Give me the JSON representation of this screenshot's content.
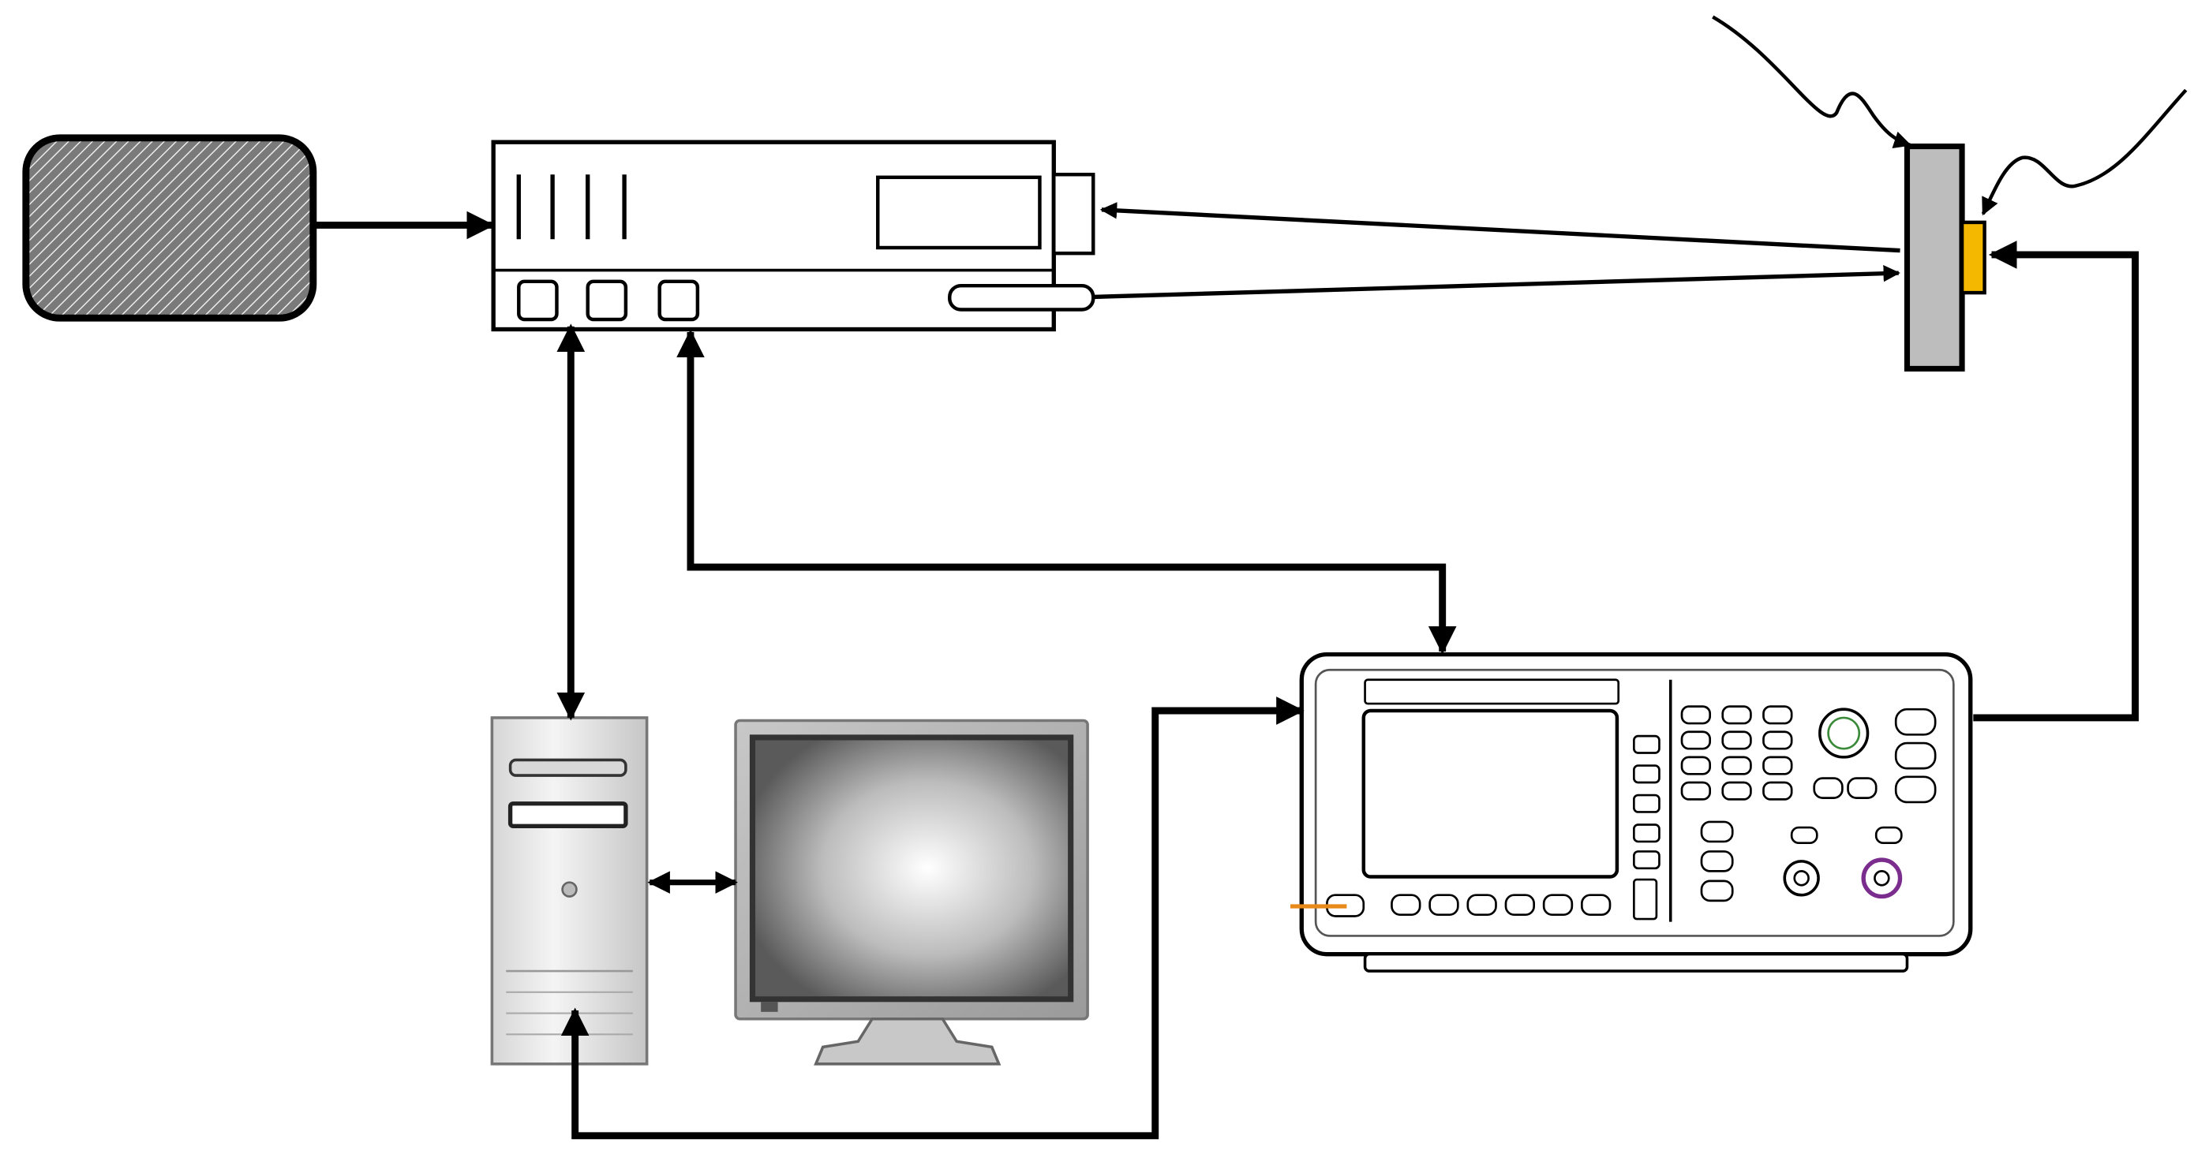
{
  "diagram": {
    "components": [
      {
        "id": "source",
        "icon": "hatched-box-icon"
      },
      {
        "id": "laser-head",
        "icon": "measurement-unit-icon"
      },
      {
        "id": "target-mount",
        "icon": "sample-plate-icon",
        "accent": "#f5b800"
      },
      {
        "id": "pc-tower",
        "icon": "computer-tower-icon"
      },
      {
        "id": "monitor",
        "icon": "monitor-icon"
      },
      {
        "id": "function-generator",
        "icon": "function-generator-icon",
        "accent": "#7b2d8e"
      }
    ],
    "colors": {
      "line": "#000000",
      "hatch_bg": "#6a6a6a",
      "plate": "#bdbdbd",
      "amber": "#f5b800",
      "orange_lead": "#e88a1a",
      "purple_connector": "#7b2d8e"
    }
  }
}
